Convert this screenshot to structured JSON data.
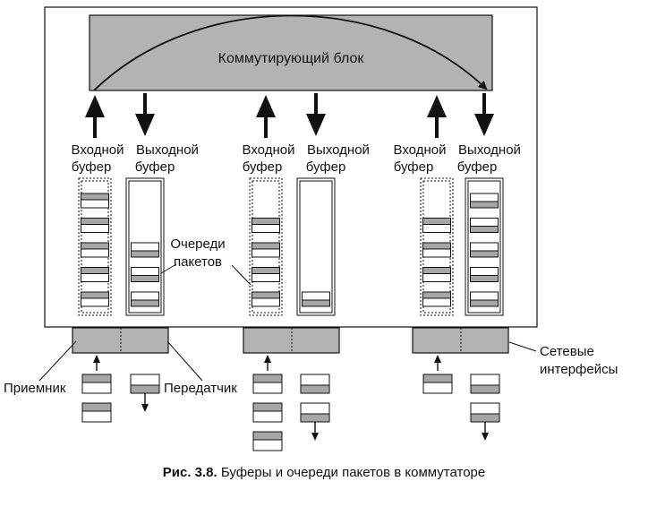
{
  "switch_block_label": "Коммутирующий блок",
  "buffers": {
    "input_line1": "Входной",
    "output_line1": "Выходной",
    "line2": "буфер"
  },
  "packet_queues_label": [
    "Очереди",
    "пакетов"
  ],
  "network_interfaces_label": [
    "Сетевые",
    "интерфейсы"
  ],
  "receiver_label": "Приемник",
  "transmitter_label": "Передатчик",
  "caption": {
    "number": "Рис. 3.8.",
    "text": "Буферы и очереди пакетов в коммутаторе"
  },
  "colors": {
    "switch_fill": "#b3b3b3",
    "packet_header": "#a6a6a6",
    "interface_fill": "#b3b3b3",
    "line": "#111111"
  },
  "ports": [
    {
      "input_queue_packets": 5,
      "output_queue_packets": 3,
      "rx_packets": 2,
      "tx_packets": 1
    },
    {
      "input_queue_packets": 4,
      "output_queue_packets": 1,
      "rx_packets": 3,
      "tx_packets": 2
    },
    {
      "input_queue_packets": 4,
      "output_queue_packets": 5,
      "rx_packets": 1,
      "tx_packets": 2
    }
  ]
}
